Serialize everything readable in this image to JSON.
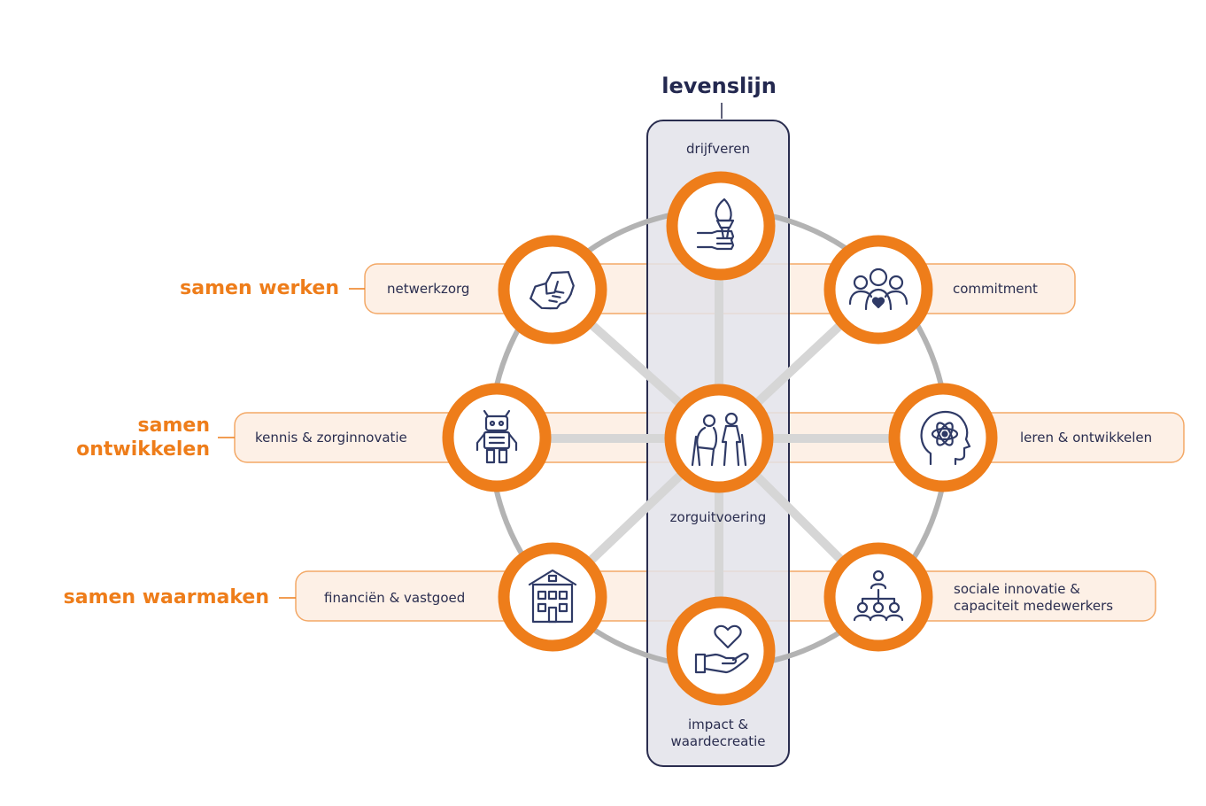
{
  "title": "levenslijn",
  "groups": {
    "werken": "samen werken",
    "ontwikkelen_1": "samen",
    "ontwikkelen_2": "ontwikkelen",
    "waarmaken": "samen waarmaken"
  },
  "spine": {
    "top": "drijfveren",
    "center": "zorguitvoering",
    "bottom_1": "impact &",
    "bottom_2": "waardecreatie"
  },
  "pills": {
    "netwerkzorg": "netwerkzorg",
    "commitment": "commitment",
    "kennis": "kennis & zorginnovatie",
    "leren": "leren & ontwikkelen",
    "financien": "financiën & vastgoed",
    "sociale_1": "sociale innovatie &",
    "sociale_2": "capaciteit medewerkers"
  },
  "colors": {
    "orange": "#ee7d1a",
    "navy": "#2a2d4f",
    "band": "#e3e3ea",
    "pill_fill": "#fdf0e6",
    "ring": "#b3b3b3"
  },
  "icons": [
    "torch-hand-icon",
    "handshake-icon",
    "team-heart-icon",
    "robot-icon",
    "elderly-couple-icon",
    "brain-atom-icon",
    "building-icon",
    "hierarchy-icon",
    "heart-hand-icon"
  ]
}
